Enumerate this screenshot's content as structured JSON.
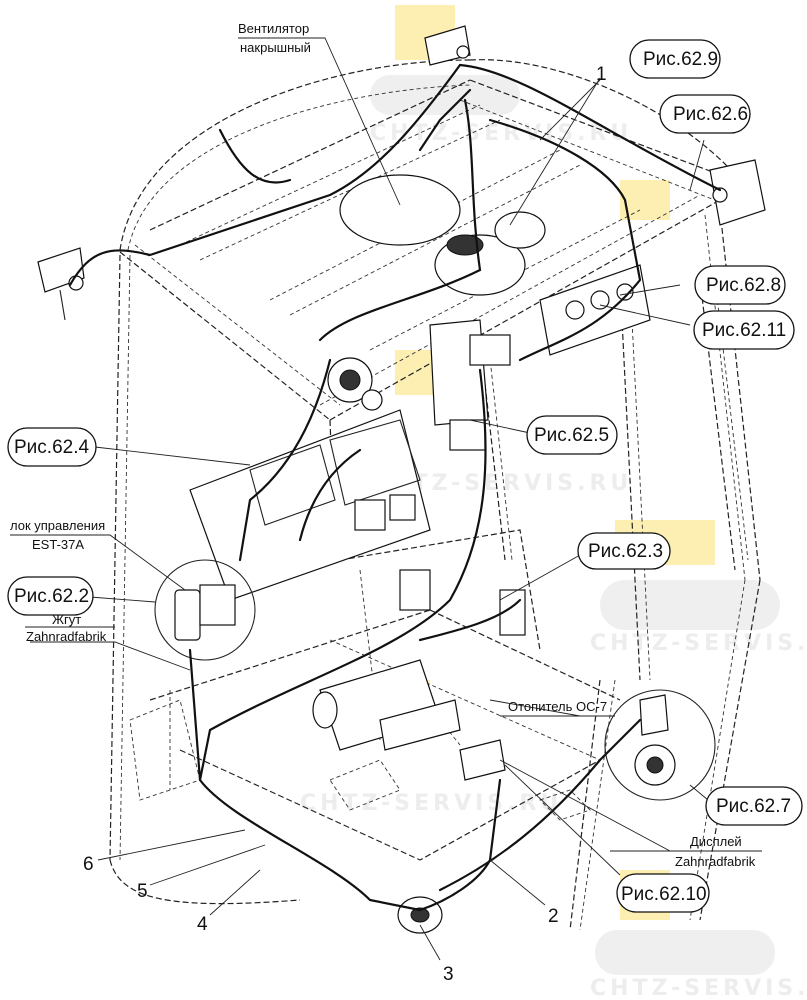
{
  "diagram": {
    "subject": "Tractor cab electrical wiring harness layout",
    "watermark": {
      "text": "CHTZ-SERVIS.RU",
      "colors": {
        "yellow": "#fdeeb2",
        "gray": "#efefef"
      }
    },
    "figure_refs": [
      {
        "id": "ref-62-9",
        "label": "Рис.62.9"
      },
      {
        "id": "ref-62-6",
        "label": "Рис.62.6"
      },
      {
        "id": "ref-62-8",
        "label": "Рис.62.8"
      },
      {
        "id": "ref-62-11",
        "label": "Рис.62.11"
      },
      {
        "id": "ref-62-4",
        "label": "Рис.62.4"
      },
      {
        "id": "ref-62-5",
        "label": "Рис.62.5"
      },
      {
        "id": "ref-62-2",
        "label": "Рис.62.2"
      },
      {
        "id": "ref-62-3",
        "label": "Рис.62.3"
      },
      {
        "id": "ref-62-7",
        "label": "Рис.62.7"
      },
      {
        "id": "ref-62-10",
        "label": "Рис.62.10"
      }
    ],
    "component_labels": [
      {
        "id": "roof-fan",
        "line1": "Вентилятор",
        "line2": "накрышный"
      },
      {
        "id": "control-unit",
        "line1": "лок управления",
        "line2": "EST-37A"
      },
      {
        "id": "harness",
        "line1": "Жгут",
        "line2": "Zahnradfabrik"
      },
      {
        "id": "heater",
        "line1": "Отопитель ОС-7",
        "line2": ""
      },
      {
        "id": "display",
        "line1": "Дисплей",
        "line2": "Zahnradfabrik"
      }
    ],
    "position_numbers": [
      "1",
      "2",
      "3",
      "4",
      "5",
      "6"
    ]
  }
}
